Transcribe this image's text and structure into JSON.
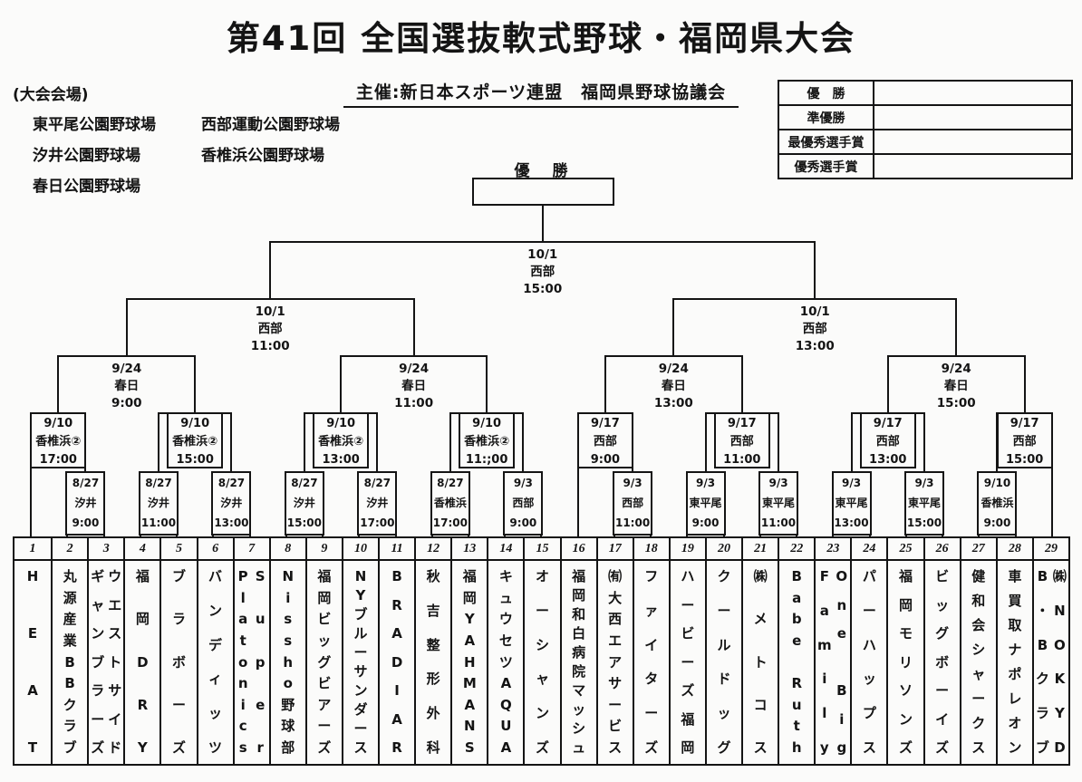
{
  "title": "第41回 全国選抜軟式野球・福岡県大会",
  "subtitle": "主催:新日本スポーツ連盟　福岡県野球協議会",
  "venues": {
    "heading": "(大会会場)",
    "list": [
      "東平尾公園野球場",
      "西部運動公園野球場",
      "汐井公園野球場",
      "香椎浜公園野球場",
      "春日公園野球場"
    ]
  },
  "awards": {
    "rows": [
      {
        "label": "優　勝",
        "value": ""
      },
      {
        "label": "準優勝",
        "value": ""
      },
      {
        "label": "最優秀選手賞",
        "value": ""
      },
      {
        "label": "優秀選手賞",
        "value": ""
      }
    ]
  },
  "champion_heading": "優　勝",
  "bracket": {
    "final": {
      "date": "10/1",
      "venue": "西部",
      "time": "15:00"
    },
    "semifinals": [
      {
        "date": "10/1",
        "venue": "西部",
        "time": "11:00"
      },
      {
        "date": "10/1",
        "venue": "西部",
        "time": "13:00"
      }
    ],
    "quarterfinals": [
      {
        "date": "9/24",
        "venue": "春日",
        "time": "9:00"
      },
      {
        "date": "9/24",
        "venue": "春日",
        "time": "11:00"
      },
      {
        "date": "9/24",
        "venue": "春日",
        "time": "13:00"
      },
      {
        "date": "9/24",
        "venue": "春日",
        "time": "15:00"
      }
    ],
    "round2": [
      {
        "date": "9/10",
        "venue": "香椎浜②",
        "time": "17:00"
      },
      {
        "date": "9/10",
        "venue": "香椎浜②",
        "time": "15:00"
      },
      {
        "date": "9/10",
        "venue": "香椎浜②",
        "time": "13:00"
      },
      {
        "date": "9/10",
        "venue": "香椎浜②",
        "time": "11:;00"
      },
      {
        "date": "9/17",
        "venue": "西部",
        "time": "9:00"
      },
      {
        "date": "9/17",
        "venue": "西部",
        "time": "11:00"
      },
      {
        "date": "9/17",
        "venue": "西部",
        "time": "13:00"
      },
      {
        "date": "9/17",
        "venue": "西部",
        "time": "15:00"
      }
    ],
    "round1": [
      {
        "date": "8/27",
        "venue": "汐井",
        "time": "9:00",
        "cols": [
          2,
          3
        ]
      },
      {
        "date": "8/27",
        "venue": "汐井",
        "time": "11:00",
        "cols": [
          4,
          5
        ]
      },
      {
        "date": "8/27",
        "venue": "汐井",
        "time": "13:00",
        "cols": [
          6,
          7
        ]
      },
      {
        "date": "8/27",
        "venue": "汐井",
        "time": "15:00",
        "cols": [
          8,
          9
        ]
      },
      {
        "date": "8/27",
        "venue": "汐井",
        "time": "17:00",
        "cols": [
          10,
          11
        ]
      },
      {
        "date": "8/27",
        "venue": "香椎浜",
        "time": "17:00",
        "cols": [
          12,
          13
        ]
      },
      {
        "date": "9/3",
        "venue": "西部",
        "time": "9:00",
        "cols": [
          14,
          15
        ]
      },
      {
        "date": "9/3",
        "venue": "西部",
        "time": "11:00",
        "cols": [
          17,
          18
        ]
      },
      {
        "date": "9/3",
        "venue": "東平尾",
        "time": "9:00",
        "cols": [
          19,
          20
        ]
      },
      {
        "date": "9/3",
        "venue": "東平尾",
        "time": "11:00",
        "cols": [
          21,
          22
        ]
      },
      {
        "date": "9/3",
        "venue": "東平尾",
        "time": "13:00",
        "cols": [
          23,
          24
        ]
      },
      {
        "date": "9/3",
        "venue": "東平尾",
        "time": "15:00",
        "cols": [
          25,
          26
        ]
      },
      {
        "date": "9/10",
        "venue": "香椎浜",
        "time": "9:00",
        "cols": [
          27,
          28
        ]
      }
    ],
    "byes": [
      1,
      16,
      29
    ]
  },
  "teams": [
    {
      "no": "1",
      "lines": [
        "HEAT"
      ]
    },
    {
      "no": "2",
      "lines": [
        "丸源産業BBクラブ"
      ]
    },
    {
      "no": "3",
      "lines": [
        "ウエストサイド",
        "ギャンブラーズ"
      ]
    },
    {
      "no": "4",
      "lines": [
        "福岡DRY"
      ]
    },
    {
      "no": "5",
      "lines": [
        "ブラボーズ"
      ]
    },
    {
      "no": "6",
      "lines": [
        "バンディッツ"
      ]
    },
    {
      "no": "7",
      "lines": [
        "Super",
        "Platonics"
      ]
    },
    {
      "no": "8",
      "lines": [
        "Nissho野球部"
      ]
    },
    {
      "no": "9",
      "lines": [
        "福岡ビッグビアーズ"
      ]
    },
    {
      "no": "10",
      "lines": [
        "NYブルーサンダース"
      ]
    },
    {
      "no": "11",
      "lines": [
        "BRADIAR"
      ]
    },
    {
      "no": "12",
      "lines": [
        "秋吉整形外科"
      ]
    },
    {
      "no": "13",
      "lines": [
        "福岡YAHMANS"
      ]
    },
    {
      "no": "14",
      "lines": [
        "キュウセツAQUA"
      ]
    },
    {
      "no": "15",
      "lines": [
        "オーシャンズ"
      ]
    },
    {
      "no": "16",
      "lines": [
        "福岡和白病院マッシュ"
      ]
    },
    {
      "no": "17",
      "lines": [
        "㈲大西エアサービス"
      ]
    },
    {
      "no": "18",
      "lines": [
        "ファイターズ"
      ]
    },
    {
      "no": "19",
      "lines": [
        "ハービーズ福岡"
      ]
    },
    {
      "no": "20",
      "lines": [
        "クールドッグ"
      ]
    },
    {
      "no": "21",
      "lines": [
        "㈱メトコス"
      ]
    },
    {
      "no": "22",
      "lines": [
        "Babe Ruth"
      ]
    },
    {
      "no": "23",
      "lines": [
        "One Big",
        "Family"
      ]
    },
    {
      "no": "24",
      "lines": [
        "パーハップス"
      ]
    },
    {
      "no": "25",
      "lines": [
        "福岡モリソンズ"
      ]
    },
    {
      "no": "26",
      "lines": [
        "ビッグボーイズ"
      ]
    },
    {
      "no": "27",
      "lines": [
        "健和会シャークス"
      ]
    },
    {
      "no": "28",
      "lines": [
        "車買取ナポレオン"
      ]
    },
    {
      "no": "29",
      "lines": [
        "㈱NOKYD",
        "B・Bクラブ"
      ]
    }
  ]
}
